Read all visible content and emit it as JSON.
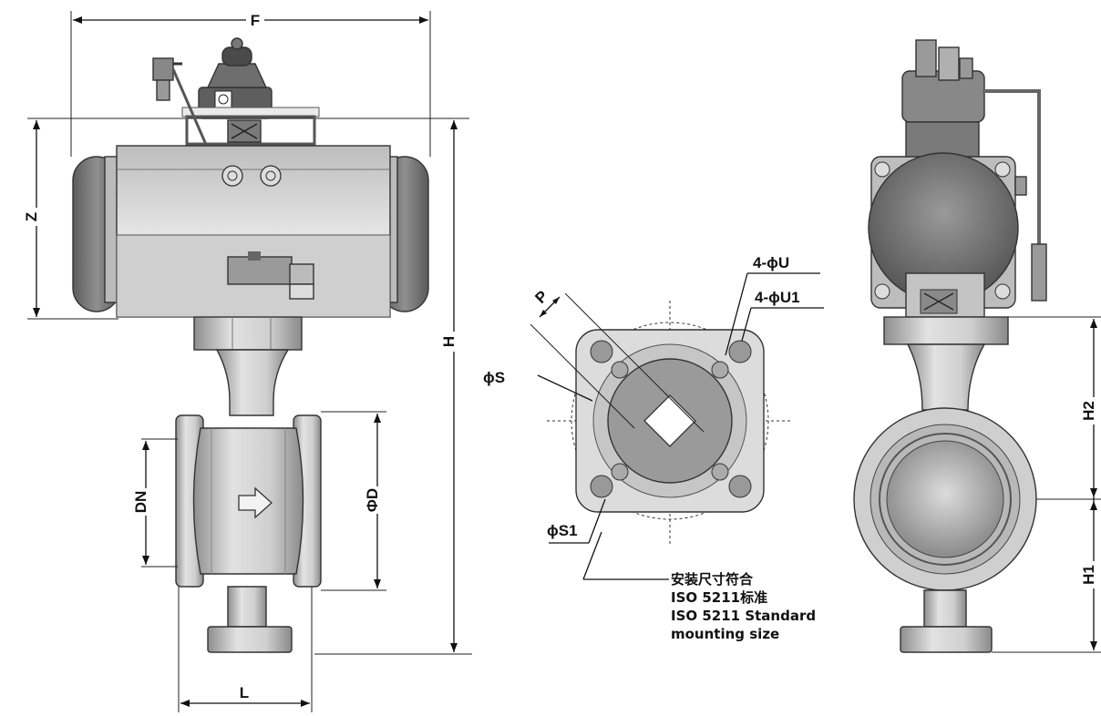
{
  "labels": {
    "F": "F",
    "Z": "Z",
    "H": "H",
    "DN": "DN",
    "PhiD": "ΦD",
    "L": "L",
    "P": "P",
    "PhiS": "ϕS",
    "PhiS1": "ϕS1",
    "FourPhiU": "4-ϕU",
    "FourPhiU1": "4-ϕU1",
    "H1": "H1",
    "H2": "H2"
  },
  "note": {
    "line1": "安装尺寸符合",
    "line2": "ISO 5211标准",
    "line3": "ISO 5211 Standard",
    "line4": "mounting size"
  },
  "colors": {
    "metal_dark": "#6f6f6f",
    "metal_mid": "#a9a9a9",
    "metal_light": "#d8d8d8",
    "line": "#111111"
  }
}
